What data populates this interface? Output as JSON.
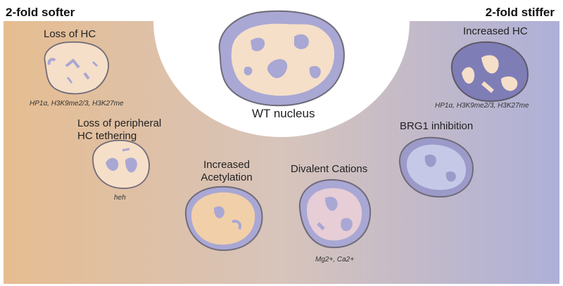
{
  "scale": {
    "left_label": "2-fold softer",
    "right_label": "2-fold stiffer"
  },
  "center": {
    "title": "WT nucleus"
  },
  "conditions": [
    {
      "title": "Loss of HC",
      "markers": "HP1α, H3K9me2/3, H3K27me"
    },
    {
      "title_line1": "Loss of peripheral",
      "title_line2": "HC tethering",
      "markers": "heh"
    },
    {
      "title_line1": "Increased",
      "title_line2": "Acetylation",
      "markers": ""
    },
    {
      "title": "Divalent Cations",
      "markers": "Mg2+, Ca2+"
    },
    {
      "title": "BRG1 inhibition",
      "markers": ""
    },
    {
      "title": "Increased HC",
      "markers": "HP1α, H3K9me2/3, H3K27me"
    }
  ],
  "colors": {
    "band_soft": "#e6bf95",
    "band_mid": "#d6c4bd",
    "band_stiff": "#b2b3d7",
    "nucleus_fill": "#f5dfc8",
    "heterochromatin": "#a7a6d3",
    "nucleus_outline": "#706b78"
  }
}
